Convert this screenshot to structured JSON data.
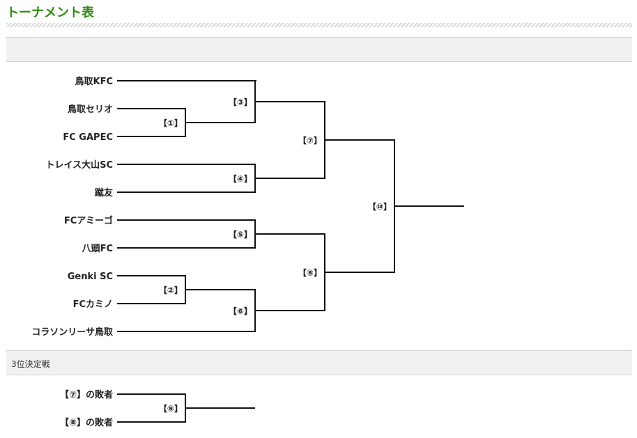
{
  "page": {
    "title": "トーナメント表"
  },
  "sections": {
    "main": "",
    "third_place": "3位決定戦"
  },
  "colors": {
    "title": "#2e8b0f",
    "section_bg": "#f0f0f0",
    "line": "#111111"
  },
  "teams": [
    "鳥取KFC",
    "鳥取セリオ",
    "FC GAPEC",
    "トレイス大山SC",
    "蹴友",
    "FCアミーゴ",
    "八頭FC",
    "Genki SC",
    "FCカミノ",
    "コラソンリーサ鳥取"
  ],
  "matches": {
    "m1": "【①】",
    "m2": "【②】",
    "m3": "【③】",
    "m4": "【④】",
    "m5": "【⑤】",
    "m6": "【⑥】",
    "m7": "【⑦】",
    "m8": "【⑧】",
    "m9": "【⑨】",
    "m10": "【⑩】"
  },
  "third_place_entrants": [
    "【⑦】の敗者",
    "【⑧】の敗者"
  ]
}
